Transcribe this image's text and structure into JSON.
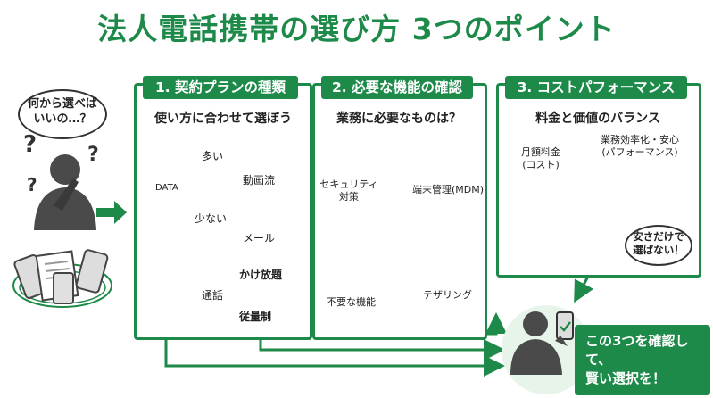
{
  "title": "法人電話携帯の選び方 3つのポイント",
  "question_bubble": [
    "何から選べば",
    "いいの…？"
  ],
  "panel1": {
    "title": "1. 契約プランの種類",
    "subtitle": "使い方に合わせて選ぼう",
    "data_label": "DATA",
    "labels": {
      "more": "多い",
      "less": "少ない",
      "video": "動画流",
      "mail": "メール",
      "call": "通話",
      "unlimited": "かけ放題",
      "metered": "従量制"
    }
  },
  "panel2": {
    "title": "2. 必要な機能の確認",
    "subtitle": "業務に必要なものは？",
    "labels": {
      "security": [
        "セキュリティ",
        "対策"
      ],
      "mdm": "端末管理(MDM)",
      "unneeded": "不要な機能",
      "tethering": "テザリング"
    }
  },
  "panel3": {
    "title": "3. コストパフォーマンス",
    "subtitle": "料金と価値のバランス",
    "labels": {
      "monthly": [
        "月額料金",
        "(コスト)"
      ],
      "efficiency": [
        "業務効率化・安心",
        "(パフォーマンス)"
      ],
      "not_cheap": [
        "安さだけで",
        "選ばない！"
      ]
    }
  },
  "cta": [
    "この3つを確認して、",
    "賢い選択を！"
  ],
  "colors": {
    "accent": "#1e8a4a",
    "dark": "#4a4a4a",
    "light": "#e6f4ea"
  }
}
